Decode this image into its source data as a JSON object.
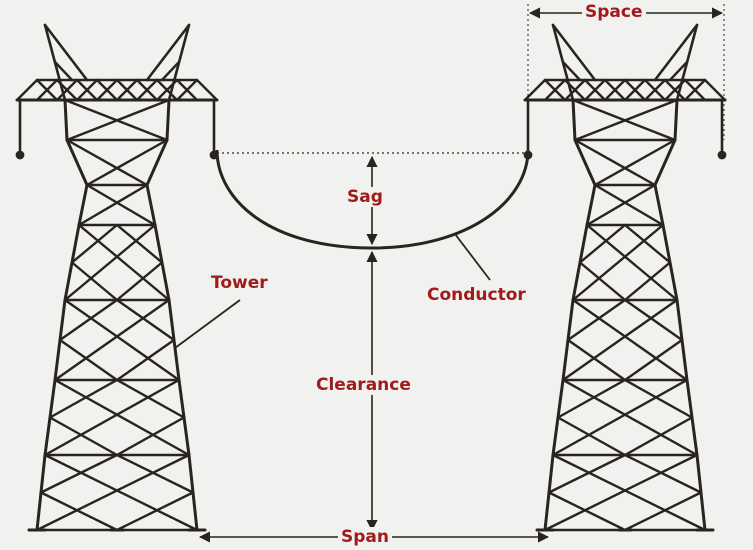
{
  "labels": {
    "space": "Space",
    "sag": "Sag",
    "tower": "Tower",
    "conductor": "Conductor",
    "clearance": "Clearance",
    "span": "Span"
  },
  "colors": {
    "structure": "#2a2420",
    "label_text": "#a01c1c",
    "background": "#f1f1ef"
  }
}
